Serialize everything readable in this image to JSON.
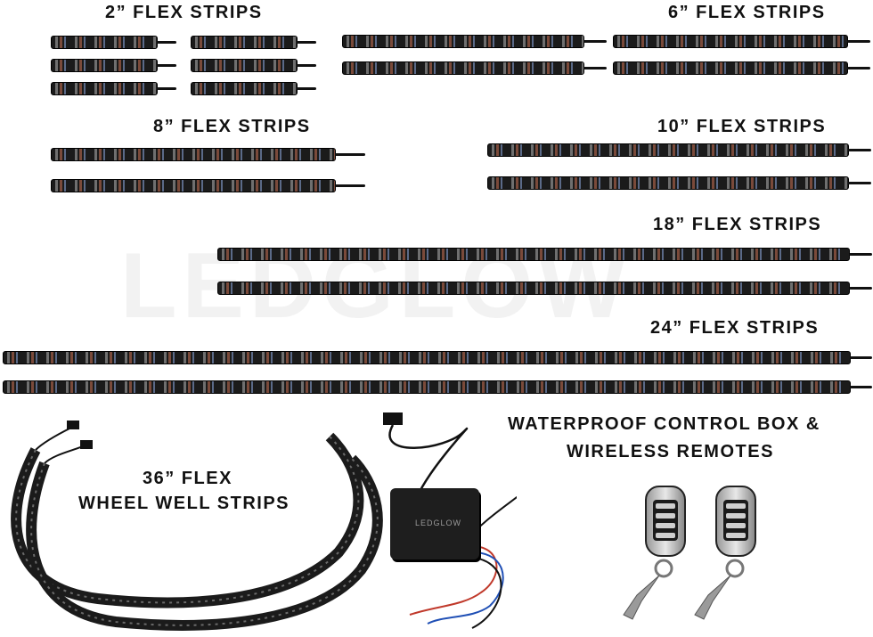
{
  "labels": {
    "two_inch": "2” FLEX STRIPS",
    "six_inch": "6” FLEX STRIPS",
    "eight_inch": "8” FLEX STRIPS",
    "ten_inch": "10” FLEX STRIPS",
    "eighteen_inch": "18” FLEX STRIPS",
    "twentyfour_inch": "24” FLEX STRIPS",
    "wheel_well_line1": "36” FLEX",
    "wheel_well_line2": "WHEEL WELL STRIPS",
    "control_line1": "WATERPROOF CONTROL BOX &",
    "control_line2": "WIRELESS REMOTES"
  },
  "watermark": "LEDGLOW",
  "control_box_logo": "LEDGLOW",
  "colors": {
    "background": "#ffffff",
    "label": "#111111",
    "strip": "#1b1b1b"
  }
}
